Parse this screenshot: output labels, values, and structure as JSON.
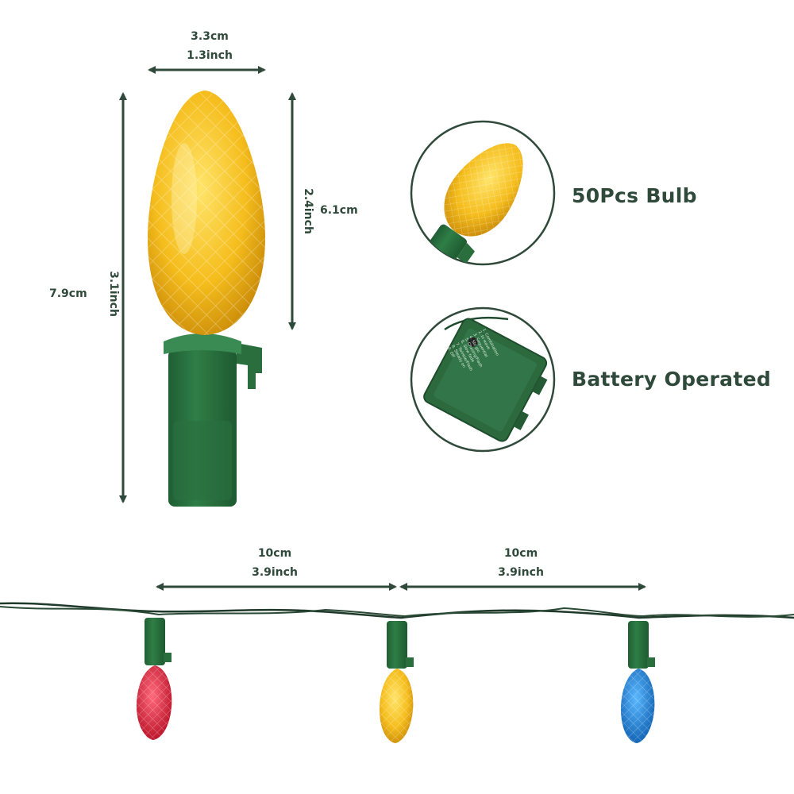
{
  "dimensions": {
    "bulb_width_cm": "3.3cm",
    "bulb_width_inch": "1.3inch",
    "total_height_cm": "7.9cm",
    "total_height_inch": "3.1inch",
    "bulb_height_cm": "6.1cm",
    "bulb_height_inch": "2.4inch",
    "spacing_left_cm": "10cm",
    "spacing_left_inch": "3.9inch",
    "spacing_right_cm": "10cm",
    "spacing_right_inch": "3.9inch"
  },
  "features": {
    "bulbs_label": "50Pcs Bulb",
    "battery_label": "Battery Operated"
  },
  "battery_box_modes": [
    "1. Combination",
    "2. In wave",
    "3. Sequential",
    "4. Slo glo",
    "5. Chasing/Flash",
    "6. Slow fade",
    "7. Twinkle/Flash",
    "8. Steady on",
    "9. Off"
  ],
  "colors": {
    "text": "#2f4a3a",
    "socket": "#2f7a45",
    "yellow_bulb": "#f2b81a",
    "red_bulb": "#d8263a",
    "blue_bulb": "#1f7fd6",
    "wire": "#1f3a2a"
  }
}
